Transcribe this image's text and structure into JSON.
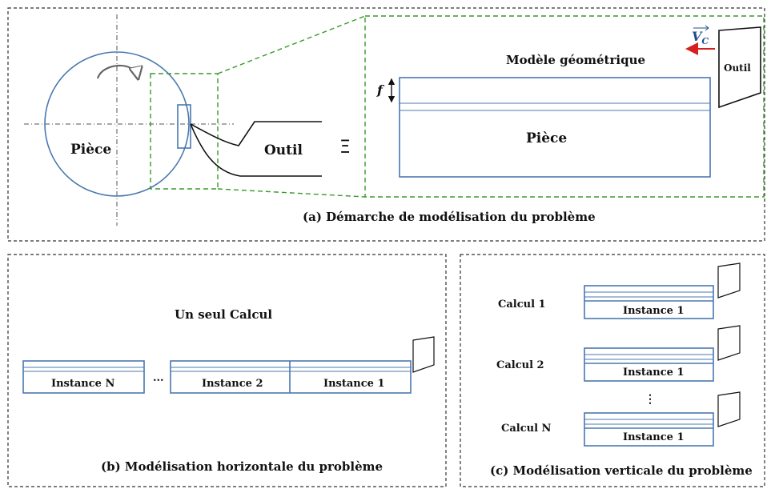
{
  "panel_a": {
    "caption": "(a) Démarche de modélisation du problème",
    "piece_label": "Pièce",
    "tool_label": "Outil",
    "equiv_symbol": "Ξ",
    "model_title": "Modèle géométrique",
    "model_piece_label": "Pièce",
    "model_tool_label": "Outil",
    "feed_label": "f",
    "velocity_label": "V",
    "velocity_subscript": "C"
  },
  "panel_b": {
    "caption": "(b) Modélisation horizontale du problème",
    "title": "Un seul Calcul",
    "ellipsis": "...",
    "instances": [
      "Instance N",
      "Instance 2",
      "Instance 1"
    ]
  },
  "panel_c": {
    "caption": "(c) Modélisation verticale du problème",
    "vertical_ellipsis": "⋮",
    "calculs": [
      {
        "label": "Calcul 1",
        "instance": "Instance 1"
      },
      {
        "label": "Calcul  2",
        "instance": "Instance 1"
      },
      {
        "label": "Calcul N",
        "instance": "Instance 1"
      }
    ]
  },
  "colors": {
    "piece_blue": "#4a78b0",
    "zoom_green": "#3a9a2a",
    "velocity_red": "#d42020",
    "vector_blue": "#1f4f8a"
  }
}
